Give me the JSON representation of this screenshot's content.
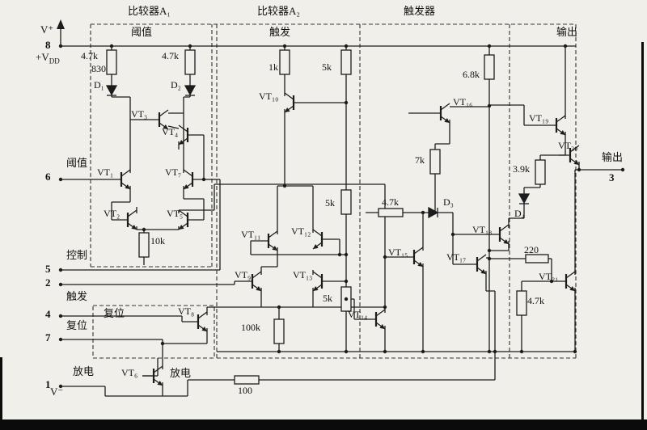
{
  "sections": {
    "a1": "比较器A₁",
    "a2": "比较器A₂",
    "ff": "触发器"
  },
  "sublabels": {
    "threshold": "阈值",
    "trigger": "触发",
    "output": "输出"
  },
  "pins": {
    "vplus": "V⁺",
    "p8": "8",
    "vdd_base": "+V",
    "vdd_sub": "DD",
    "threshold": "阈值",
    "p6": "6",
    "control": "控制",
    "p5": "5",
    "p2": "2",
    "trigger": "触发",
    "p4": "4",
    "reset": "复位",
    "p7": "7",
    "discharge": "放电",
    "p1": "1",
    "vminus": "V⁻",
    "output": "输出",
    "p3": "3"
  },
  "inner": {
    "reset": "复位",
    "discharge": "放电"
  },
  "components": {
    "resistors": {
      "a1_left": "4.7k",
      "a1_left_2": "830",
      "a1_right": "4.7k",
      "bias_10k": "10k",
      "a2_1k": "1k",
      "a2_5k_top": "5k",
      "a2_5k_mid": "5k",
      "a2_5k_low": "5k",
      "a2_100k": "100k",
      "gnd_100": "100",
      "ff_6k8": "6.8k",
      "ff_7k": "7k",
      "ff_4k7": "4.7k",
      "out_3k9": "3.9k",
      "out_220": "220",
      "out_4k7": "4.7k"
    },
    "diodes": {
      "d1": "D₁",
      "d2": "D₂",
      "d3": "D₃",
      "d4": "D₄"
    },
    "transistors": {
      "vt1": "VT₁",
      "vt2": "VT₂",
      "vt3": "VT₃",
      "vt4": "VT₄",
      "vt5": "VT₅",
      "vt6": "VT₆",
      "vt7": "VT₇",
      "vt8": "VT₈",
      "vt9": "VT₉",
      "vt10": "VT₁₀",
      "vt11": "VT₁₁",
      "vt12": "VT₁₂",
      "vt13": "VT₁₃",
      "vt14": "VT₁₄",
      "vt15": "VT₁₅",
      "vt16": "VT₁₆",
      "vt17": "VT₁₇",
      "vt18": "VT₁₈",
      "vt19": "VT₁₉",
      "vt20": "VT₂₀",
      "vt21": "VT₂₁"
    }
  }
}
